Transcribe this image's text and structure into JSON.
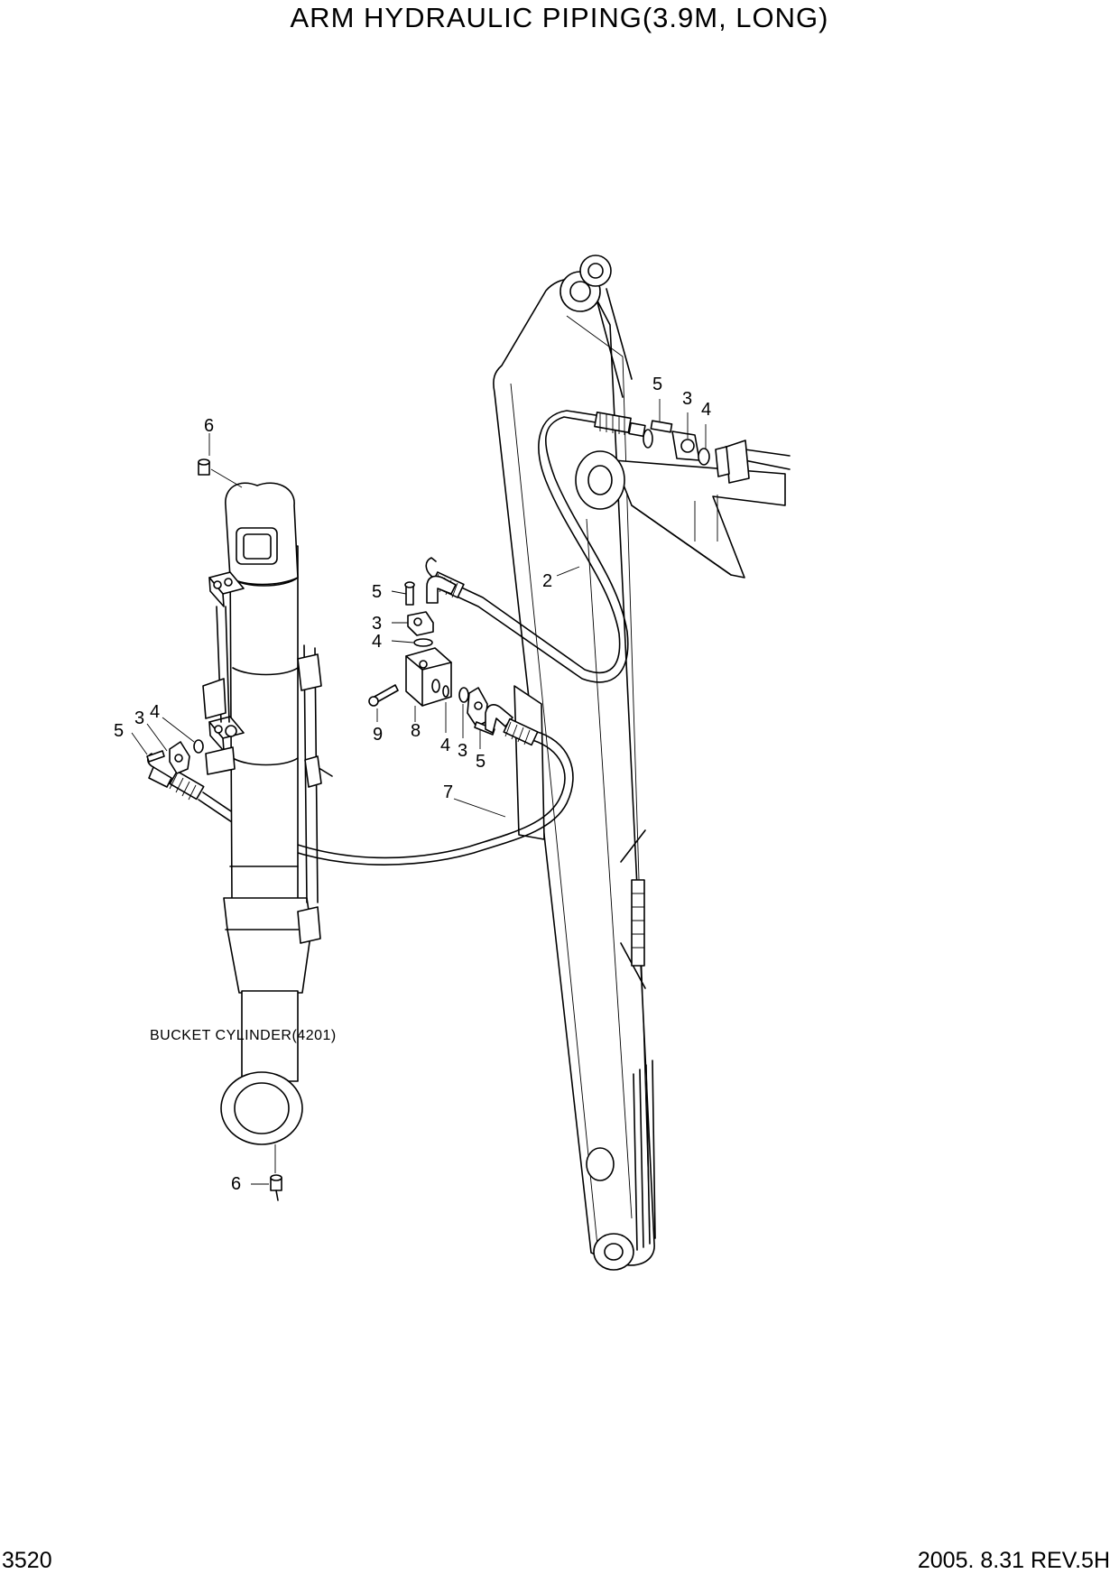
{
  "header": {
    "title": "ARM HYDRAULIC PIPING(3.9M, LONG)"
  },
  "footer": {
    "page_number": "3520",
    "revision": "2005. 8.31  REV.5H"
  },
  "diagram": {
    "component_label": "BUCKET CYLINDER(4201)",
    "callouts": {
      "arm_top_bolt": "5",
      "arm_top_clamp": "3",
      "arm_top_oring": "4",
      "hose_upper": "2",
      "block_top_bolt": "5",
      "block_top_clamp": "3",
      "block_top_oring": "4",
      "block_bolt": "9",
      "block": "8",
      "block_right_oring": "4",
      "block_right_clamp": "3",
      "block_right_bolt": "5",
      "cyl_left_bolt": "5",
      "cyl_left_clamp": "3",
      "cyl_left_oring": "4",
      "hose_lower": "7",
      "grease_top": "6",
      "grease_bottom": "6"
    }
  }
}
